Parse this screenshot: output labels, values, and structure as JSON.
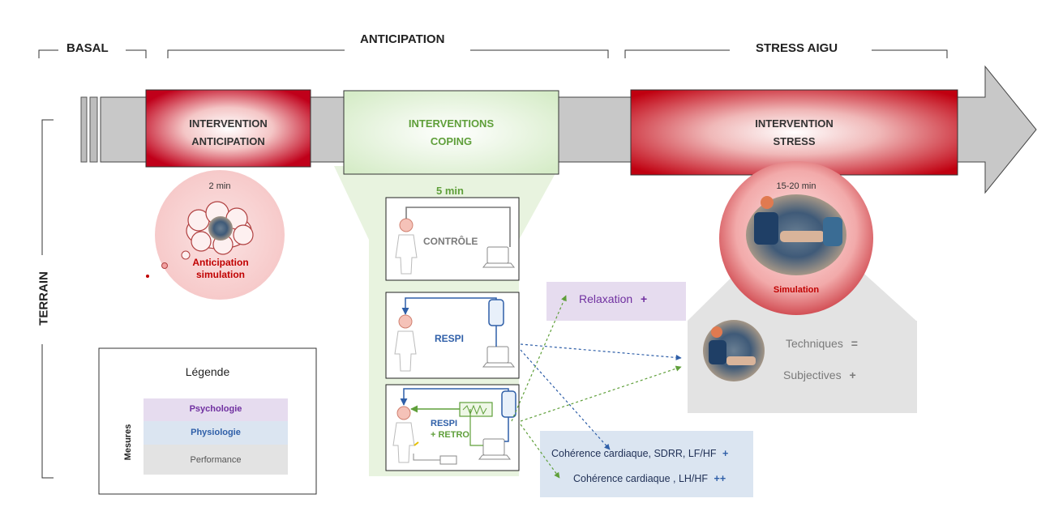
{
  "phases": {
    "basal": "BASAL",
    "anticipation": "ANTICIPATION",
    "stress": "STRESS AIGU",
    "terrain": "TERRAIN"
  },
  "interventions": {
    "anticipation_l1": "INTERVENTION",
    "anticipation_l2": "ANTICIPATION",
    "coping_l1": "INTERVENTIONS",
    "coping_l2": "COPING",
    "stress_l1": "INTERVENTION",
    "stress_l2": "STRESS"
  },
  "durations": {
    "anticipation": "2 min",
    "coping": "5 min",
    "stress": "15-20 min"
  },
  "bubbles": {
    "anticipation_l1": "Anticipation",
    "anticipation_l2": "simulation",
    "stress": "Simulation"
  },
  "panels": {
    "controle": "CONTRÔLE",
    "respi": "RESPI",
    "respi_retro_l1": "RESPI",
    "respi_retro_l2": "+ RETRO"
  },
  "outcomes": {
    "relaxation": "Relaxation",
    "relaxation_sign": "+",
    "techniques": "Techniques",
    "techniques_sign": "=",
    "subjectives": "Subjectives",
    "subjectives_sign": "+",
    "coherence1": "Cohérence cardiaque, SDRR,  LF/HF",
    "coherence1_sign": "+",
    "coherence2": "Cohérence cardiaque , LH/HF",
    "coherence2_sign": "++"
  },
  "legend": {
    "title": "Légende",
    "mesures": "Mesures",
    "items": [
      "Psychologie",
      "Physiologie",
      "Performance"
    ]
  },
  "colors": {
    "red": "#c00000",
    "green": "#5f9f3a",
    "blue": "#2f5fa8",
    "purple": "#7030a0",
    "grey_arrow": "#c8c8c8"
  }
}
